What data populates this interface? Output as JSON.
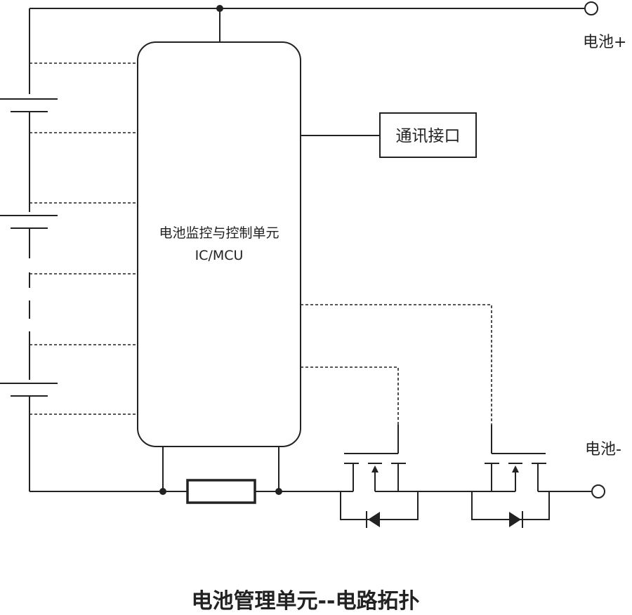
{
  "labels": {
    "battery_plus": "电池+",
    "battery_minus": "电池-",
    "comm_interface": "通讯接口",
    "controller_line1": "电池监控与控制单元",
    "controller_line2": "IC/MCU",
    "caption": "电池管理单元--电路拓扑"
  }
}
